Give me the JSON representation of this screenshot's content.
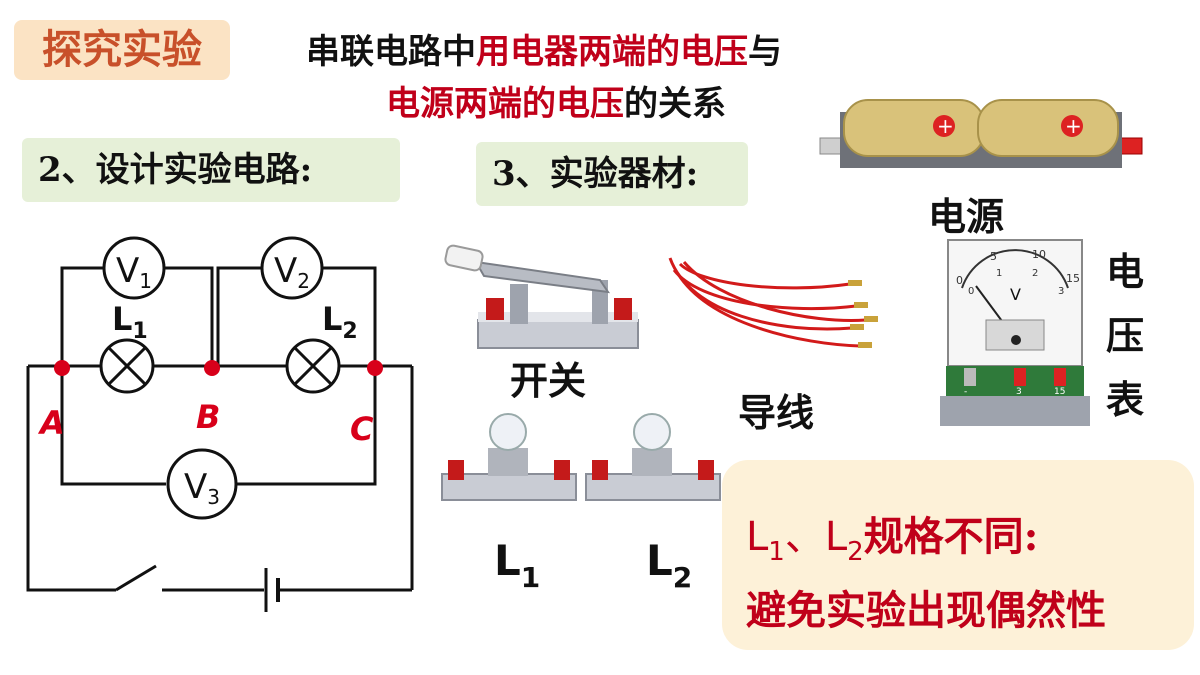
{
  "tag": "探究实验",
  "title": {
    "line1_a": "串联电路中",
    "line1_b": "用电器两端的电压",
    "line1_c": "与",
    "line2_a": "电源两端的电压",
    "line2_b": "的关系"
  },
  "steps": {
    "design": "2、设计实验电路:",
    "materials": "3、实验器材:"
  },
  "circuit": {
    "V1": "V",
    "V1_sub": "1",
    "V2": "V",
    "V2_sub": "2",
    "V3": "V",
    "V3_sub": "3",
    "L1": "L",
    "L1_sub": "1",
    "L2": "L",
    "L2_sub": "2",
    "A": "A",
    "B": "B",
    "C": "C"
  },
  "equipment": {
    "switch": "开关",
    "wires": "导线",
    "source": "电源",
    "voltmeter": "电压表",
    "lamp1": "L",
    "lamp1_sub": "1",
    "lamp2": "L",
    "lamp2_sub": "2",
    "meter_unit": "V",
    "meter_ticks": [
      "0",
      "5",
      "10",
      "15"
    ],
    "meter_ticks_inner": [
      "0",
      "1",
      "2",
      "3"
    ],
    "terminal_labels": [
      "-",
      "3",
      "15"
    ]
  },
  "note": {
    "line1_a": "L",
    "line1_sub1": "1",
    "line1_b": "、L",
    "line1_sub2": "2",
    "line1_c": "规格不同:",
    "line2": "避免实验出现偶然性"
  },
  "colors": {
    "accent_red": "#c0001a",
    "tag_bg": "#fbe3c4",
    "step_bg": "#e6f0d8",
    "note_bg": "#fdf1d8"
  }
}
